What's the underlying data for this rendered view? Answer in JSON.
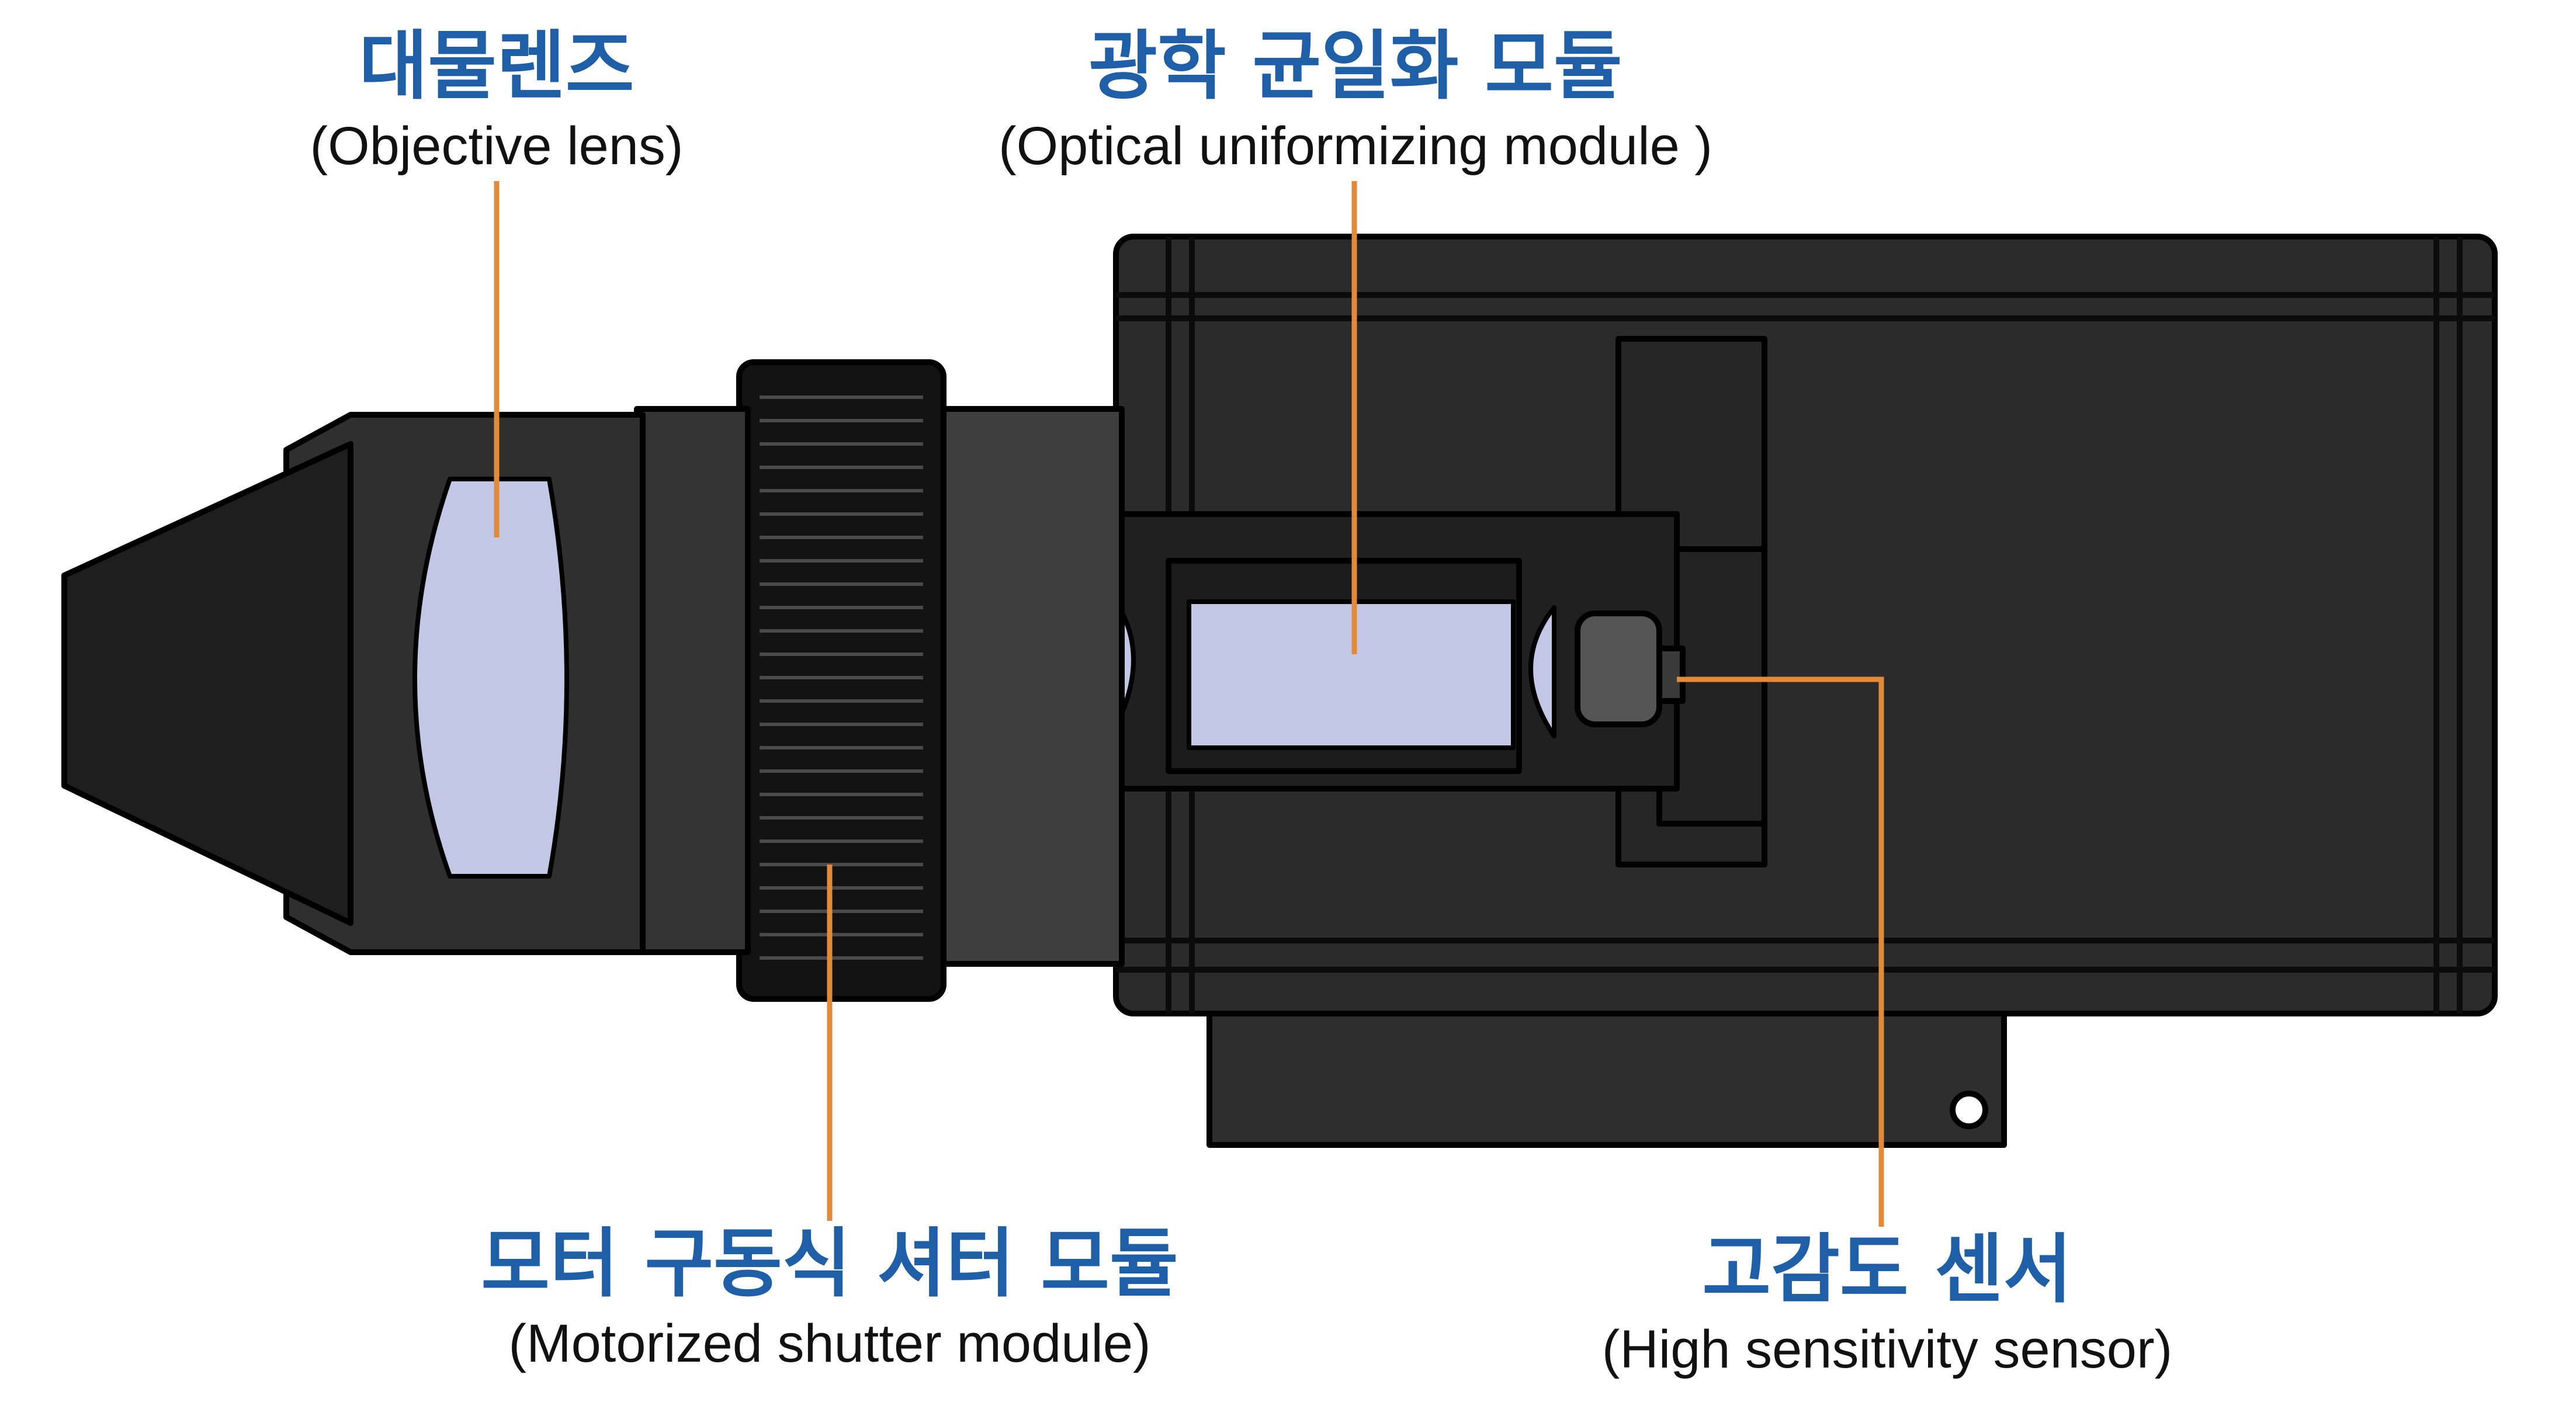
{
  "colors": {
    "label_korean": "#1f5fa8",
    "label_english": "#111111",
    "leader_line": "#e08a3a",
    "lens_glass": "#c3c7e6",
    "housing_dark": "#2b2b2b",
    "housing_outline": "#000000"
  },
  "labels": {
    "objective": {
      "korean": "대물렌즈",
      "english": "(Objective lens)"
    },
    "homogenizer": {
      "korean": "광학 균일화 모듈",
      "english": "(Optical uniformizing module )"
    },
    "shutter": {
      "korean": "모터 구동식 셔터 모듈",
      "english": "(Motorized shutter module)"
    },
    "sensor": {
      "korean": "고감도 센서",
      "english": "(High sensitivity sensor)"
    }
  }
}
